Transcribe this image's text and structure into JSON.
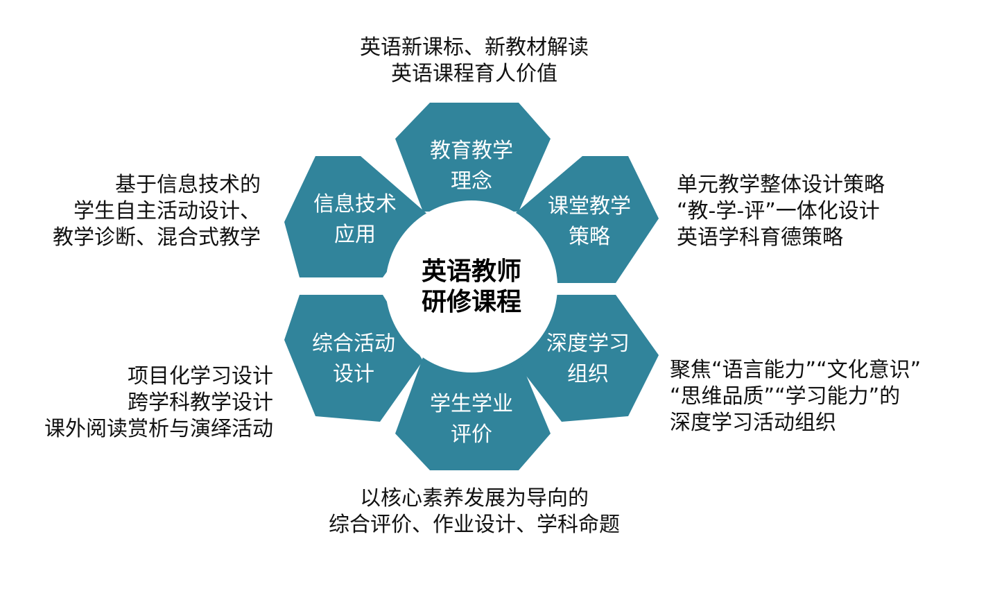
{
  "center": {
    "line1": "英语教师",
    "line2": "研修课程"
  },
  "segments": [
    {
      "id": "top",
      "line1": "教育教学",
      "line2": "理念"
    },
    {
      "id": "upper-right",
      "line1": "课堂教学",
      "line2": "策略"
    },
    {
      "id": "lower-right",
      "line1": "深度学习",
      "line2": "组织"
    },
    {
      "id": "bottom",
      "line1": "学生学业",
      "line2": "评价"
    },
    {
      "id": "lower-left",
      "line1": "综合活动",
      "line2": "设计"
    },
    {
      "id": "upper-left",
      "line1": "信息技术",
      "line2": "应用"
    }
  ],
  "descriptions": {
    "top": [
      "英语新课标、新教材解读",
      "英语课程育人价值"
    ],
    "upper_right": [
      "单元教学整体设计策略",
      "“教-学-评”一体化设计",
      "英语学科育德策略"
    ],
    "lower_right": [
      "聚焦“语言能力”“文化意识”",
      "“思维品质”“学习能力”的",
      "深度学习活动组织"
    ],
    "bottom": [
      "以核心素养发展为导向的",
      "综合评价、作业设计、学科命题"
    ],
    "lower_left": [
      "项目化学习设计",
      "跨学科教学设计",
      "课外阅读赏析与演绎活动"
    ],
    "upper_left": [
      "基于信息技术的",
      "学生自主活动设计、",
      "教学诊断、混合式教学"
    ]
  },
  "colors": {
    "segment_fill": "#31849B",
    "segment_text": "#FFFFFF",
    "center_fill": "#FFFFFF",
    "center_text": "#000000",
    "description_text": "#111111"
  }
}
